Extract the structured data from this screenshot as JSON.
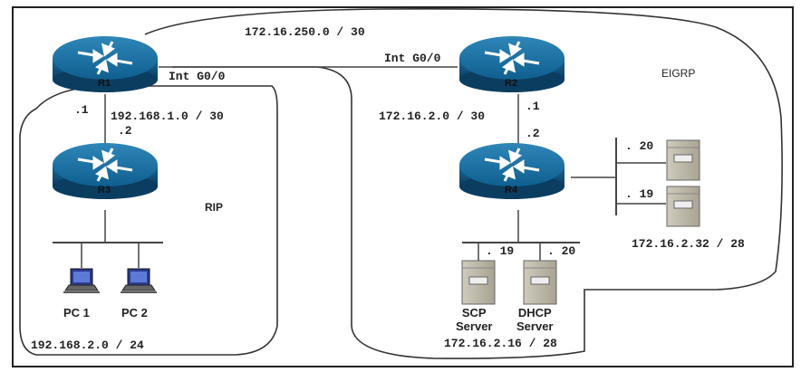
{
  "routers": {
    "r1": {
      "label": "R1"
    },
    "r2": {
      "label": "R2"
    },
    "r3": {
      "label": "R3"
    },
    "r4": {
      "label": "R4"
    }
  },
  "links": {
    "r1_r2_subnet": "172.16.250.0 / 30",
    "r1_intf": "Int G0/0",
    "r2_intf": "Int G0/0",
    "r1_r3_subnet": "192.168.1.0 / 30",
    "r1_r3_r1_host": ".1",
    "r1_r3_r3_host": ".2",
    "r2_r4_subnet": "172.16.2.0 / 30",
    "r2_r4_r2_host": ".1",
    "r2_r4_r4_host": ".2"
  },
  "areas": {
    "rip": "RIP",
    "eigrp": "EIGRP"
  },
  "lans": {
    "pc_lan": "192.168.2.0 / 24",
    "server_lan_bottom": "172.16.2.16 / 28",
    "server_lan_right": "172.16.2.32 / 28"
  },
  "hosts": {
    "pc1": "PC 1",
    "pc2": "PC 2",
    "scp_server": "SCP\nServer",
    "scp_host": ". 19",
    "dhcp_server": "DHCP\nServer",
    "dhcp_host": ". 20",
    "right_server_top_host": ". 20",
    "right_server_bottom_host": ". 19"
  }
}
